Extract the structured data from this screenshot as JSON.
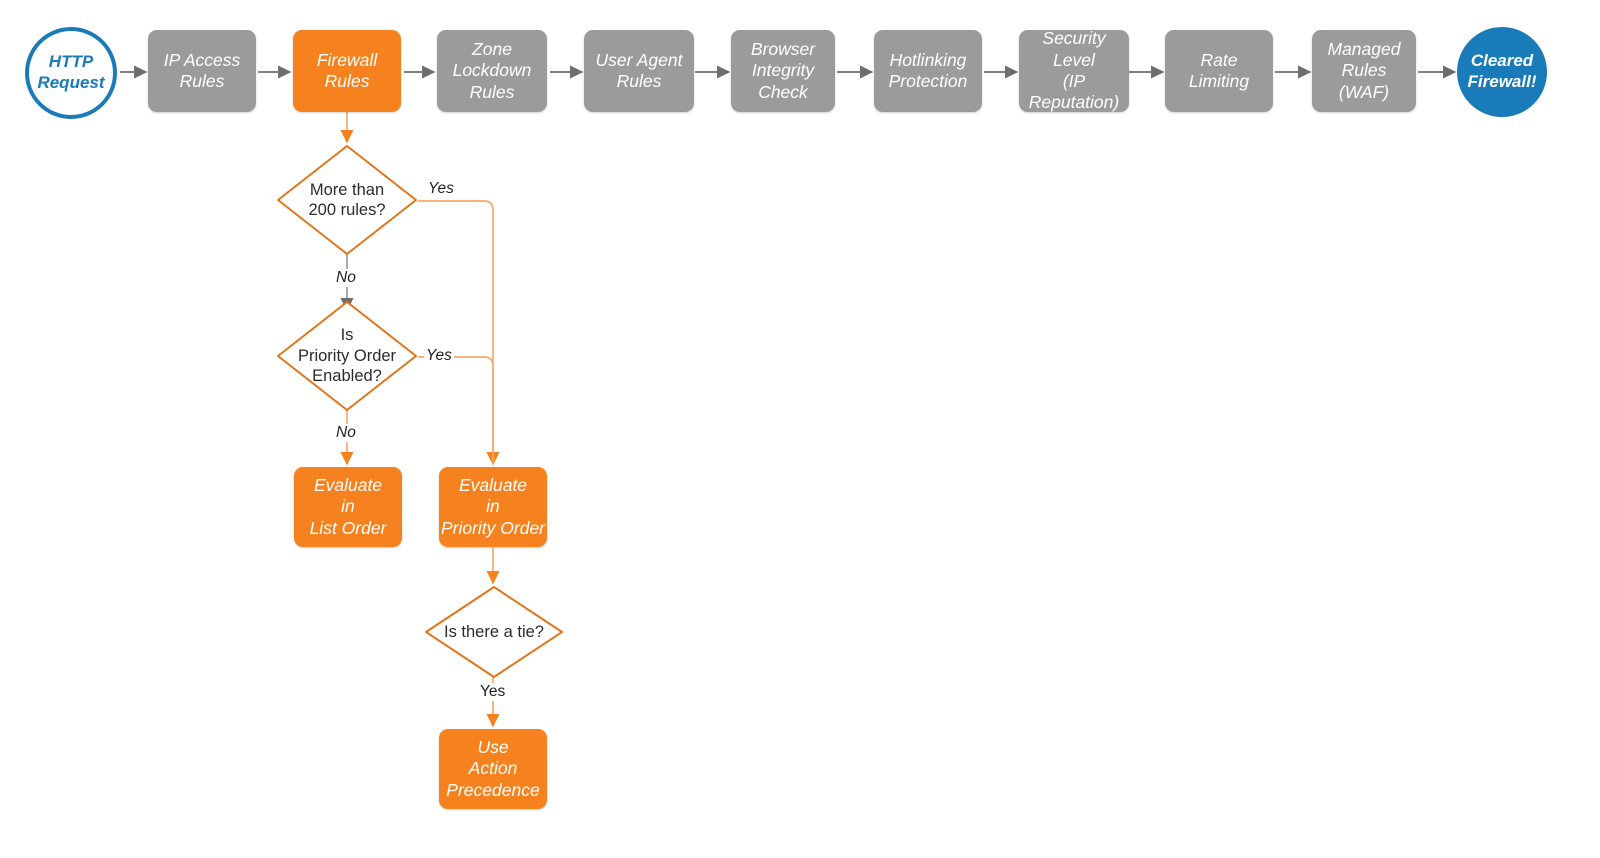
{
  "diagram": {
    "title": "Cloudflare Firewall Rules Evaluation Order",
    "colors": {
      "orange": "#f5821f",
      "orange_light": "#f9a86a",
      "grey": "#9b9b9b",
      "grey_arrow": "#6e6e6e",
      "blue": "#1a7bb9",
      "text_dark": "#2b2b2b",
      "white": "#ffffff"
    }
  },
  "pipeline": {
    "start": {
      "label": "HTTP\nRequest",
      "shape": "circle",
      "style": "hollow-blue"
    },
    "steps": [
      {
        "id": "ip-access-rules",
        "label": "IP Access\nRules",
        "style": "grey"
      },
      {
        "id": "firewall-rules",
        "label": "Firewall\nRules",
        "style": "orange"
      },
      {
        "id": "zone-lockdown-rules",
        "label": "Zone\nLockdown\nRules",
        "style": "grey"
      },
      {
        "id": "user-agent-rules",
        "label": "User Agent\nRules",
        "style": "grey"
      },
      {
        "id": "browser-integrity-check",
        "label": "Browser\nIntegrity\nCheck",
        "style": "grey"
      },
      {
        "id": "hotlinking-protection",
        "label": "Hotlinking\nProtection",
        "style": "grey"
      },
      {
        "id": "security-level",
        "label": "Security\nLevel\n(IP Reputation)",
        "style": "grey"
      },
      {
        "id": "rate-limiting",
        "label": "Rate\nLimiting",
        "style": "grey"
      },
      {
        "id": "managed-rules-waf",
        "label": "Managed\nRules\n(WAF)",
        "style": "grey"
      }
    ],
    "end": {
      "label": "Cleared\nFirewall!",
      "shape": "circle",
      "style": "filled-blue"
    }
  },
  "branch": {
    "decisions": [
      {
        "id": "more-than-200-rules",
        "label": "More than\n200 rules?"
      },
      {
        "id": "is-priority-order-enabled",
        "label": "Is\nPriority Order\nEnabled?"
      },
      {
        "id": "is-there-a-tie",
        "label": "Is there a tie?"
      }
    ],
    "outcomes": [
      {
        "id": "evaluate-in-list-order",
        "label": "Evaluate\nin\nList Order",
        "style": "orange"
      },
      {
        "id": "evaluate-in-priority-order",
        "label": "Evaluate\nin\nPriority Order",
        "style": "orange"
      },
      {
        "id": "use-action-precedence",
        "label": "Use\nAction\nPrecedence",
        "style": "orange"
      }
    ],
    "edge_labels": {
      "yes_200_rules": "Yes",
      "no_200_rules": "No",
      "yes_priority_order": "Yes",
      "no_priority_order": "No",
      "yes_tie": "Yes"
    }
  }
}
